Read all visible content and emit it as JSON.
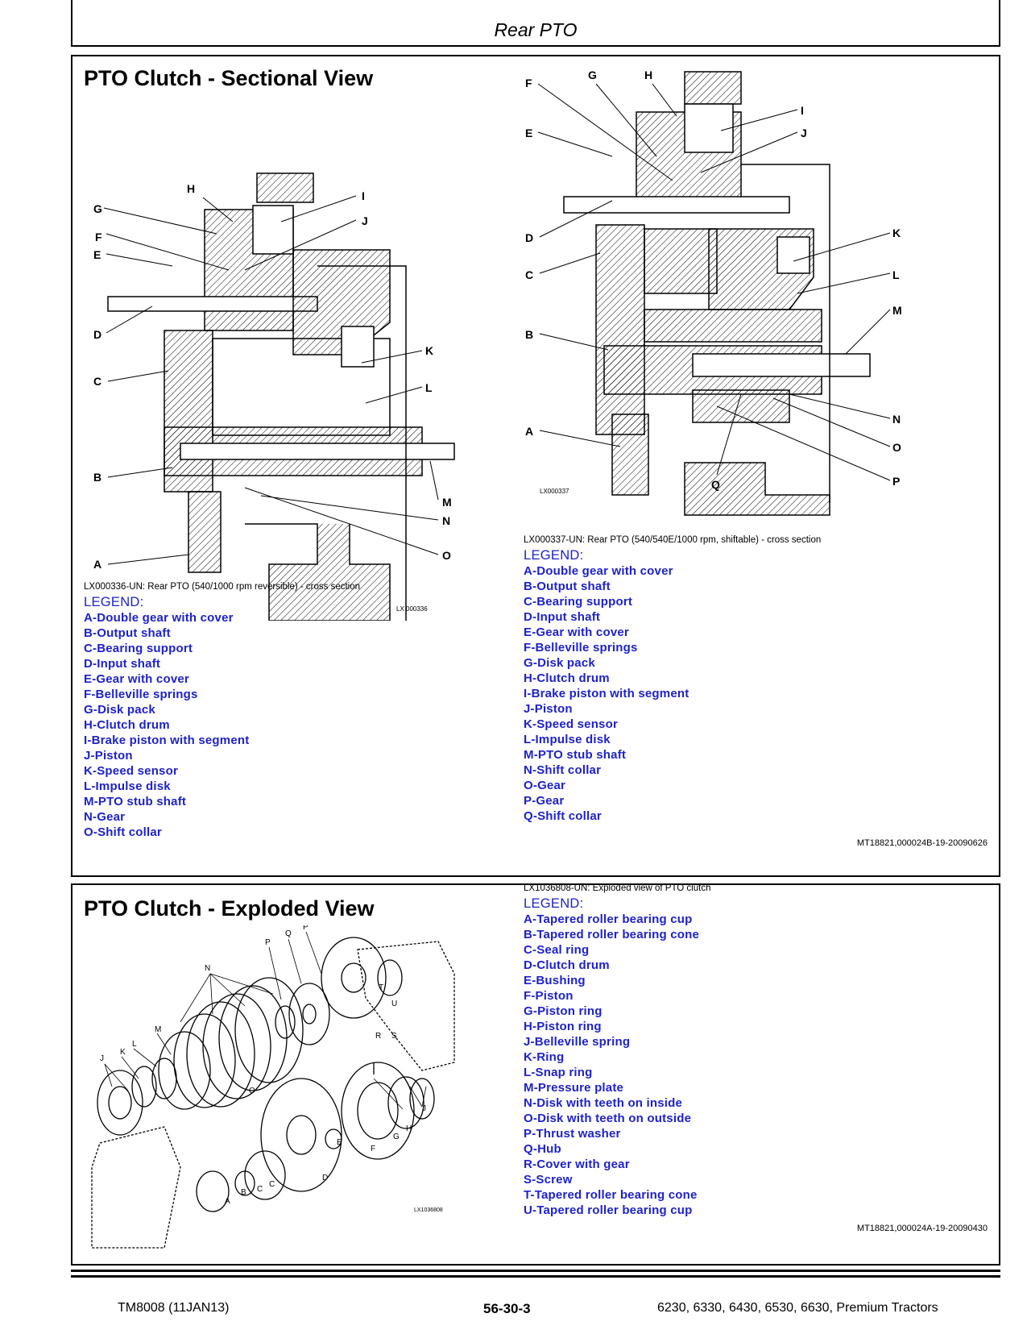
{
  "header": {
    "title": "Rear PTO"
  },
  "sectional": {
    "title": "PTO Clutch - Sectional View",
    "fig1": {
      "id_mark": "LX 000336",
      "callouts": [
        "A",
        "B",
        "C",
        "D",
        "E",
        "F",
        "G",
        "H",
        "I",
        "J",
        "K",
        "L",
        "M",
        "N",
        "O"
      ],
      "caption": "LX000336-UN: Rear PTO (540/1000 rpm reversible) - cross section",
      "legend_title": "LEGEND:",
      "legend": [
        "A-Double gear with cover",
        "B-Output shaft",
        "C-Bearing support",
        "D-Input shaft",
        "E-Gear with cover",
        "F-Belleville springs",
        "G-Disk pack",
        "H-Clutch drum",
        "I-Brake piston with segment",
        "J-Piston",
        "K-Speed sensor",
        "L-Impulse disk",
        "M-PTO stub shaft",
        "N-Gear",
        "O-Shift collar"
      ]
    },
    "fig2": {
      "id_mark": "LX000337",
      "callouts": [
        "A",
        "B",
        "C",
        "D",
        "E",
        "F",
        "G",
        "H",
        "I",
        "J",
        "K",
        "L",
        "M",
        "N",
        "O",
        "P",
        "Q"
      ],
      "caption": "LX000337-UN: Rear PTO (540/540E/1000 rpm, shiftable) - cross section",
      "legend_title": "LEGEND:",
      "legend": [
        "A-Double gear with cover",
        "B-Output shaft",
        "C-Bearing support",
        "D-Input shaft",
        "E-Gear with cover",
        "F-Belleville springs",
        "G-Disk pack",
        "H-Clutch drum",
        "I-Brake piston with segment",
        "J-Piston",
        "K-Speed sensor",
        "L-Impulse disk",
        "M-PTO stub shaft",
        "N-Shift collar",
        "O-Gear",
        "P-Gear",
        "Q-Shift collar"
      ],
      "ref": "MT18821,000024B-19-20090626"
    }
  },
  "exploded": {
    "title": "PTO Clutch - Exploded View",
    "id_mark": "LX1036808",
    "callouts": [
      "A",
      "B",
      "C",
      "C",
      "D",
      "E",
      "F",
      "G",
      "H",
      "J",
      "J",
      "K",
      "L",
      "M",
      "N",
      "O",
      "P",
      "P",
      "Q",
      "R",
      "S",
      "T",
      "U"
    ],
    "caption": "LX1036808-UN: Exploded view of PTO clutch",
    "legend_title": "LEGEND:",
    "legend": [
      "A-Tapered roller bearing cup",
      "B-Tapered roller bearing cone",
      "C-Seal ring",
      "D-Clutch drum",
      "E-Bushing",
      "F-Piston",
      "G-Piston ring",
      "H-Piston ring",
      "J-Belleville spring",
      "K-Ring",
      "L-Snap ring",
      "M-Pressure plate",
      "N-Disk with teeth on inside",
      "O-Disk with teeth on outside",
      "P-Thrust washer",
      "Q-Hub",
      "R-Cover with gear",
      "S-Screw",
      "T-Tapered roller bearing cone",
      "U-Tapered roller bearing cup"
    ],
    "ref": "MT18821,000024A-19-20090430"
  },
  "footer": {
    "left": "TM8008 (11JAN13)",
    "page": "56-30-3",
    "right": "6230, 6330, 6430, 6530, 6630, Premium Tractors"
  }
}
